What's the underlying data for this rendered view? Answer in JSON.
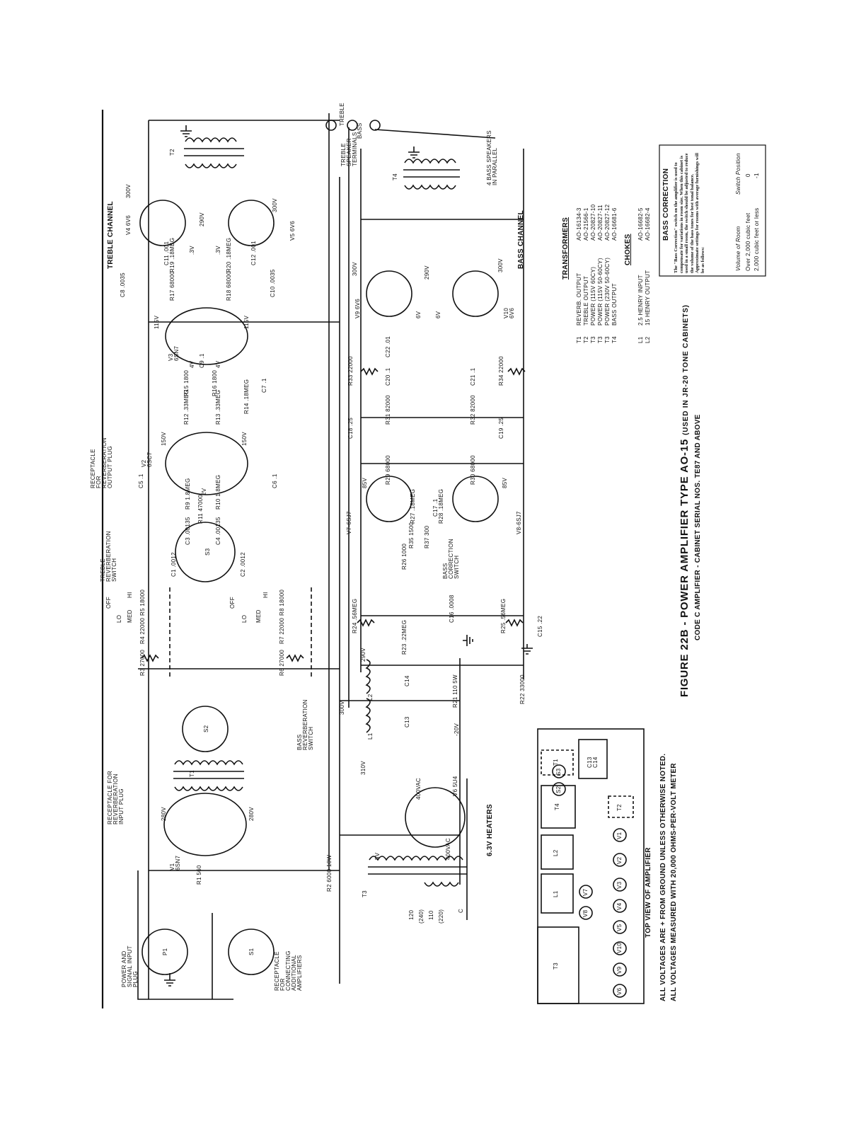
{
  "figure": {
    "title": "FIGURE 22B - POWER AMPLIFIER TYPE AO-15",
    "title_note": "(USED IN JR-20 TONE CABINETS)",
    "subtitle": "CODE C AMPLIFIER - CABINET SERIAL NOS. TE87 AND ABOVE"
  },
  "footnotes": [
    "ALL VOLTAGES ARE + FROM GROUND UNLESS OTHERWISE NOTED.",
    "ALL VOLTAGES MEASURED WITH 20,000 OHMS-PER-VOLT METER"
  ],
  "channels": {
    "treble": "TREBLE CHANNEL",
    "bass": "BASS CHANNEL"
  },
  "speakers": {
    "treble_terminals": "TREBLE SPEAKER TERMINALS",
    "treble": "TREBLE",
    "bass": "BASS",
    "bass_note": "4 BASS SPEAKERS IN PARALLEL"
  },
  "callouts": {
    "power_input": "POWER AND SIGNAL INPUT PLUG",
    "additional": "RECEPTACLE FOR CONNECTING ADDITIONAL AMPLIFIERS",
    "rev_input": "RECEPTACLE FOR REVERBERATION INPUT PLUG",
    "rev_output": "RECEPTACLE FOR REVERBERATION OUTPUT PLUG",
    "treble_switch": "TREBLE REVERBERATION SWITCH",
    "bass_switch": "BASS REVERBERATION SWITCH",
    "bass_correction_switch": "BASS CORRECTION SWITCH",
    "heaters": "6.3V HEATERS"
  },
  "tubes": {
    "v1": "V1 6SN7",
    "v2": "V2 6SC7",
    "v3": "V3 6SN7",
    "v4": "V4 6V6",
    "v5": "V5 6V6",
    "v6": "V6 5U4",
    "v7": "V7-6SJ7",
    "v8": "V8-6SJ7",
    "v9": "V9 6V6",
    "v10": "V10 6V6"
  },
  "components": {
    "r1": "R1 560",
    "r2": "R2 6000 10W",
    "r3": "R3 27000",
    "r4": "R4 22000",
    "r5": "R5 18000",
    "r6": "R6 27000",
    "r7": "R7 22000",
    "r8": "R8 18000",
    "r9": "R9 1.8MEG",
    "r10": "R10 1.8MEG",
    "r11": "R11 47000",
    "r12": "R12 .33MEG",
    "r13": "R13 .33MEG",
    "r14": "R14 .18MEG",
    "r15": "R15 1800",
    "r16": "R16 1800",
    "r17": "R17 68000",
    "r18": "R18 68000",
    "r19": "R19 .18MEG",
    "r20": "R20 .18MEG",
    "r21": "R21 110 5W",
    "r22": "R22 33000",
    "r23": "R23 .22MEG",
    "r24": "R24 .56MEG",
    "r25": "R25 .56MEG",
    "r26": "R26 1000",
    "r27": "R27 .18MEG",
    "r28": "R28 .18MEG",
    "r29": "R29 68000",
    "r30": "R30 68000",
    "r31": "R31 82000",
    "r32": "R32 82000",
    "r33": "R33 22000",
    "r34": "R34 22000",
    "r35": "R35 1500",
    "r37": "R37 300",
    "c1": "C1 .0012",
    "c2": "C2 .0012",
    "c3": "C3 .00135",
    "c4": "C4 .00135",
    "c5": "C5 .1",
    "c6": "C6 .1",
    "c7": "C7 .1",
    "c8": "C8 .0035",
    "c9": "C9 .1",
    "c10": "C10 .0035",
    "c11": "C11 .001",
    "c12": "C12 .001",
    "c13": "C13",
    "c14": "C14",
    "c15": "C15 .22",
    "c16": "C16 .0008",
    "c17": "C17 .1",
    "c18": "C18 .25",
    "c19": "C19 .25",
    "c20": "C20 .1",
    "c21": "C21 .1",
    "c22": "C22 .01",
    "l1": "L1",
    "l2": "L2",
    "t1": "T1",
    "t2": "T2",
    "t3": "T3",
    "t4": "T4",
    "p1": "P1",
    "s1": "S1",
    "s2": "S2",
    "s3": "S3"
  },
  "voltages": {
    "v280a": "280V",
    "v280b": "280V",
    "v310": "310V",
    "v300": "300V",
    "v290": "290V",
    "vneg20": "-20V",
    "v400a": "400VAC",
    "v400b": "400VAC",
    "v5v": "5V",
    "v115a": "115V",
    "v115b": "115V",
    "v150a": "150V",
    "v150b": "150V",
    "v300v4": "300V",
    "v290v4": "290V",
    "v300v5": "300V",
    "v85a": "85V",
    "v85b": "85V",
    "v300v9": "300V",
    "v290v9": "290V",
    "v300v10": "300V",
    "v6a": "6V",
    "v6b": "6V",
    "v3a": ".3V",
    "v3b": ".3V",
    "v4a": "4V",
    "v4b": "4V",
    "v2": "2V"
  },
  "primary_taps": [
    "120",
    "(240)",
    "110",
    "(220)",
    "C"
  ],
  "switch_positions": [
    "OFF",
    "LO",
    "MED",
    "HI"
  ],
  "transformers": {
    "heading": "TRANSFORMERS",
    "items": [
      {
        "id": "T1",
        "name": "REVERB. OUTPUT",
        "part": "AO-16134-3"
      },
      {
        "id": "T2",
        "name": "TREBLE OUTPUT",
        "part": "AO-21566-1"
      },
      {
        "id": "T3",
        "name": "POWER (115V 60CY)",
        "part": "AO-20827-10"
      },
      {
        "id": "T3",
        "name": "POWER (115V 50-60CY)",
        "part": "AO-20827-11"
      },
      {
        "id": "T3",
        "name": "POWER (230V 50-60CY)",
        "part": "AO-20827-12"
      },
      {
        "id": "T4",
        "name": "BASS OUTPUT",
        "part": "AO-16681-6"
      }
    ]
  },
  "chokes": {
    "heading": "CHOKES",
    "items": [
      {
        "id": "L1",
        "name": "2.5 HENRY INPUT",
        "part": "AO-16682-5"
      },
      {
        "id": "L2",
        "name": "15 HENRY OUTPUT",
        "part": "AO-16682-4"
      }
    ]
  },
  "bass_correction": {
    "heading": "BASS CORRECTION",
    "body": "The \"Bass Correction\" switch on the amplifier is used to compensate for variations in room size. When this cabinet is used in a small room, the switch should be adjusted to reduce the volume of the bass tones for best tonal balance. Approximate settings for rooms with average furnishings will be as follows:",
    "col_room": "Volume of Room",
    "col_switch": "Switch Position",
    "rows": [
      {
        "room": "Over 2,000 cubic feet",
        "pos": "0"
      },
      {
        "room": "2,000 cubic feet or less",
        "pos": "-1"
      }
    ]
  },
  "top_view": {
    "title": "TOP VIEW OF AMPLIFIER",
    "boxes": [
      "T3",
      "L1",
      "L2",
      "T4",
      "T2",
      "T1",
      "C13 C14"
    ],
    "sockets": [
      "V6",
      "V9",
      "V10",
      "V5",
      "V4",
      "V3",
      "V2",
      "V1",
      "V8",
      "V7",
      "S2",
      "S3"
    ]
  }
}
